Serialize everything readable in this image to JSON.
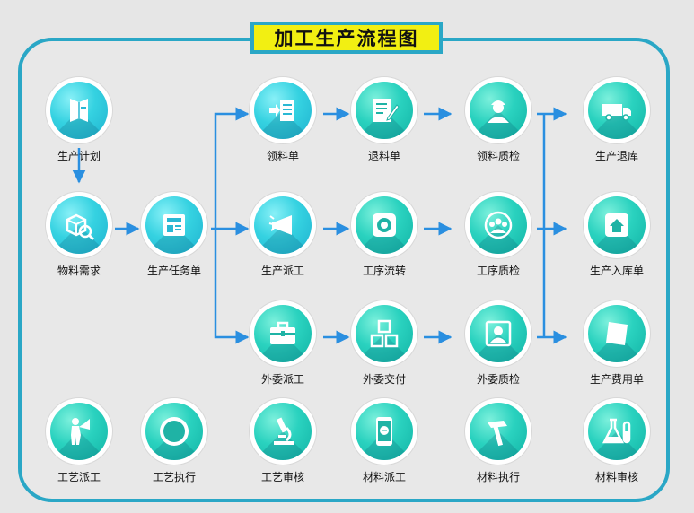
{
  "title": "加工生产流程图",
  "colors": {
    "frame": "#2aa7c6",
    "title_bg": "#f2ef12",
    "arrow": "#2a8fe0"
  },
  "nodes": {
    "plan": {
      "label": "生产计划",
      "icon": "brochure-icon"
    },
    "demand": {
      "label": "物料需求",
      "icon": "cube-search-icon"
    },
    "task": {
      "label": "生产任务单",
      "icon": "newspaper-icon"
    },
    "pick": {
      "label": "领料单",
      "icon": "list-arrow-icon"
    },
    "ret": {
      "label": "退料单",
      "icon": "edit-note-icon"
    },
    "pick_qc": {
      "label": "领料质检",
      "icon": "worker-icon"
    },
    "ret_stock": {
      "label": "生产退库",
      "icon": "truck-icon"
    },
    "dispatch": {
      "label": "生产派工",
      "icon": "megaphone-icon"
    },
    "transfer": {
      "label": "工序流转",
      "icon": "aperture-icon"
    },
    "proc_qc": {
      "label": "工序质检",
      "icon": "team-icon"
    },
    "in_stock": {
      "label": "生产入库单",
      "icon": "home-icon"
    },
    "out_disp": {
      "label": "外委派工",
      "icon": "briefcase-icon"
    },
    "out_deliv": {
      "label": "外委交付",
      "icon": "blocks-icon"
    },
    "out_qc": {
      "label": "外委质检",
      "icon": "profile-icon"
    },
    "cost": {
      "label": "生产费用单",
      "icon": "ad-paper-icon"
    },
    "craft_disp": {
      "label": "工艺派工",
      "icon": "person-megaphone-icon"
    },
    "craft_exec": {
      "label": "工艺执行",
      "icon": "iso-badge-icon"
    },
    "craft_rev": {
      "label": "工艺审核",
      "icon": "microscope-icon"
    },
    "mat_disp": {
      "label": "材料派工",
      "icon": "phone-chat-icon"
    },
    "mat_exec": {
      "label": "材料执行",
      "icon": "hammer-icon"
    },
    "mat_rev": {
      "label": "材料审核",
      "icon": "flask-icon"
    }
  }
}
